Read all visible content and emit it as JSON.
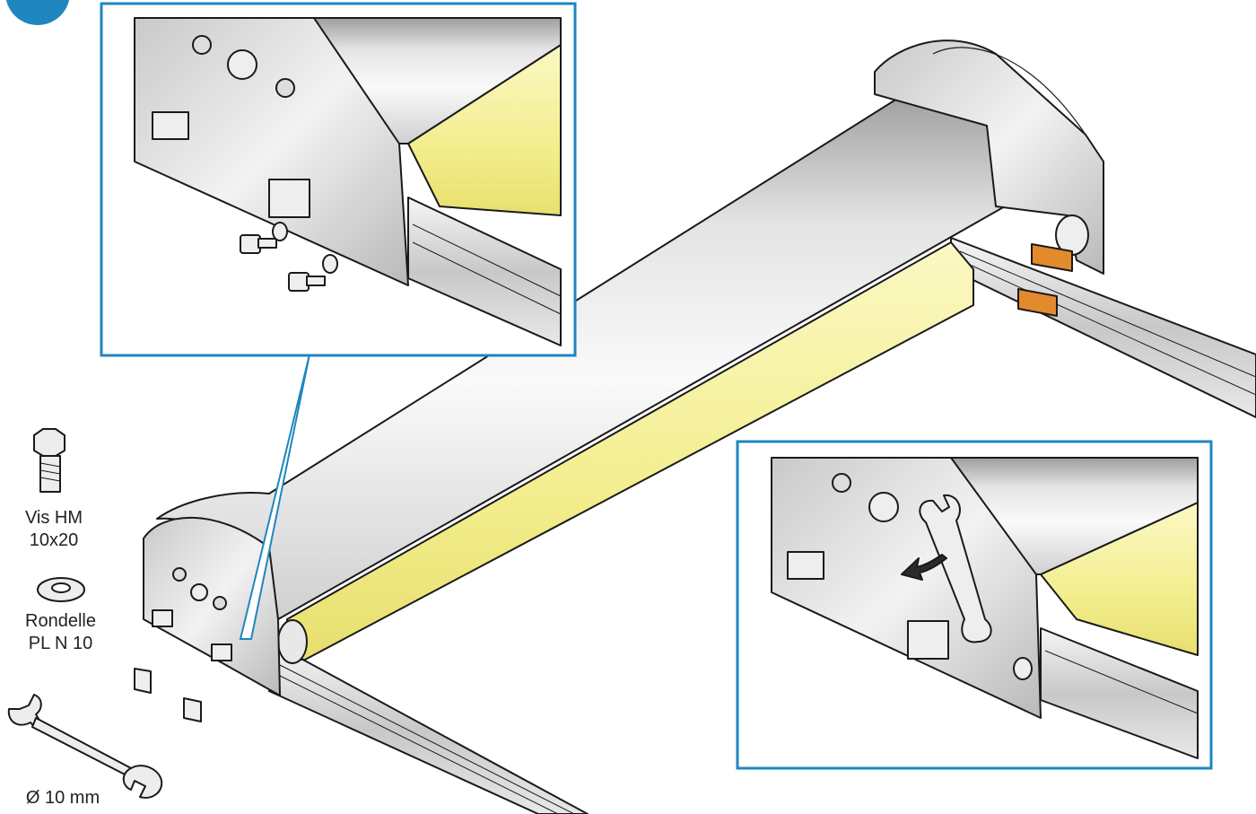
{
  "colors": {
    "callout_frame": "#1f86bf",
    "fabric": "#f7f3a0",
    "metal_light": "#f4f4f4",
    "metal_mid": "#cfcfcf",
    "metal_dark": "#8c8c8c",
    "bracket": "#e38a2d",
    "outline": "#1a1a1a",
    "step_badge": "#1f86bf"
  },
  "icons": {
    "hex_bolt": "hex-bolt-icon",
    "washer": "washer-icon",
    "wrench": "wrench-icon",
    "arrow": "rotate-arrow-icon"
  },
  "legend": {
    "bolt_label_line1": "Vis HM",
    "bolt_label_line2": "10x20",
    "washer_label_line1": "Rondelle",
    "washer_label_line2": "PL N 10",
    "wrench_label": "Ø 10 mm"
  }
}
